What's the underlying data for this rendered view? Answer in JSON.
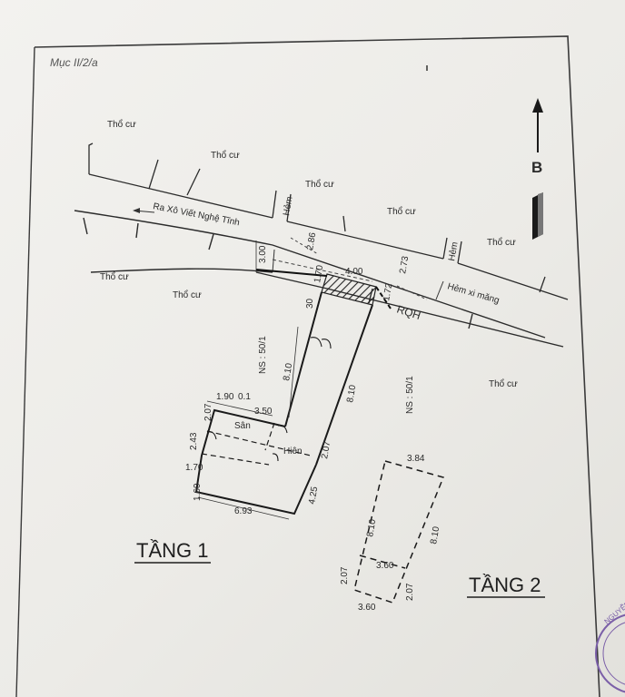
{
  "header_note": "Mục II/2/a",
  "north_label": "B",
  "roads": {
    "main_road": "Ra Xô Viết Nghệ Tĩnh",
    "hem_xi_mang": "Hẻm xi măng",
    "hem": "Hẻm"
  },
  "area_label": "Thổ cư",
  "ns_labels": {
    "left": "NS : 50/1",
    "right": "NS : 50/1"
  },
  "road_mark": "RQH",
  "rooms": {
    "san": "Sân",
    "hien": "Hiên"
  },
  "floor_labels": {
    "floor1": "TẦNG 1",
    "floor2": "TẦNG 2"
  },
  "dimensions": {
    "front_width": "4.00",
    "front_setback_left": "1.70",
    "front_setback_right": "1.72",
    "road_left": "2.86",
    "road_right": "2.73",
    "road_top_left": "3.00",
    "front_small": "30",
    "left_side": "8.10",
    "right_side": "8.10",
    "top_back_a": "1.90",
    "top_back_b": "0.1",
    "san_width": "3.50",
    "left_step": "2.07",
    "left_vert": "2.43",
    "left_lower": "1.70",
    "left_bottom": "1.60",
    "bottom_width": "6.93",
    "right_back": "2.07",
    "right_bottom": "4.25",
    "f2_top": "3.84",
    "f2_left": "8.10",
    "f2_right": "8.10",
    "f2_mid": "3.60",
    "f2_bottom": "3.60",
    "f2_left_low": "2.07",
    "f2_right_low": "2.07"
  },
  "stamp_text": "NGUYỄN"
}
